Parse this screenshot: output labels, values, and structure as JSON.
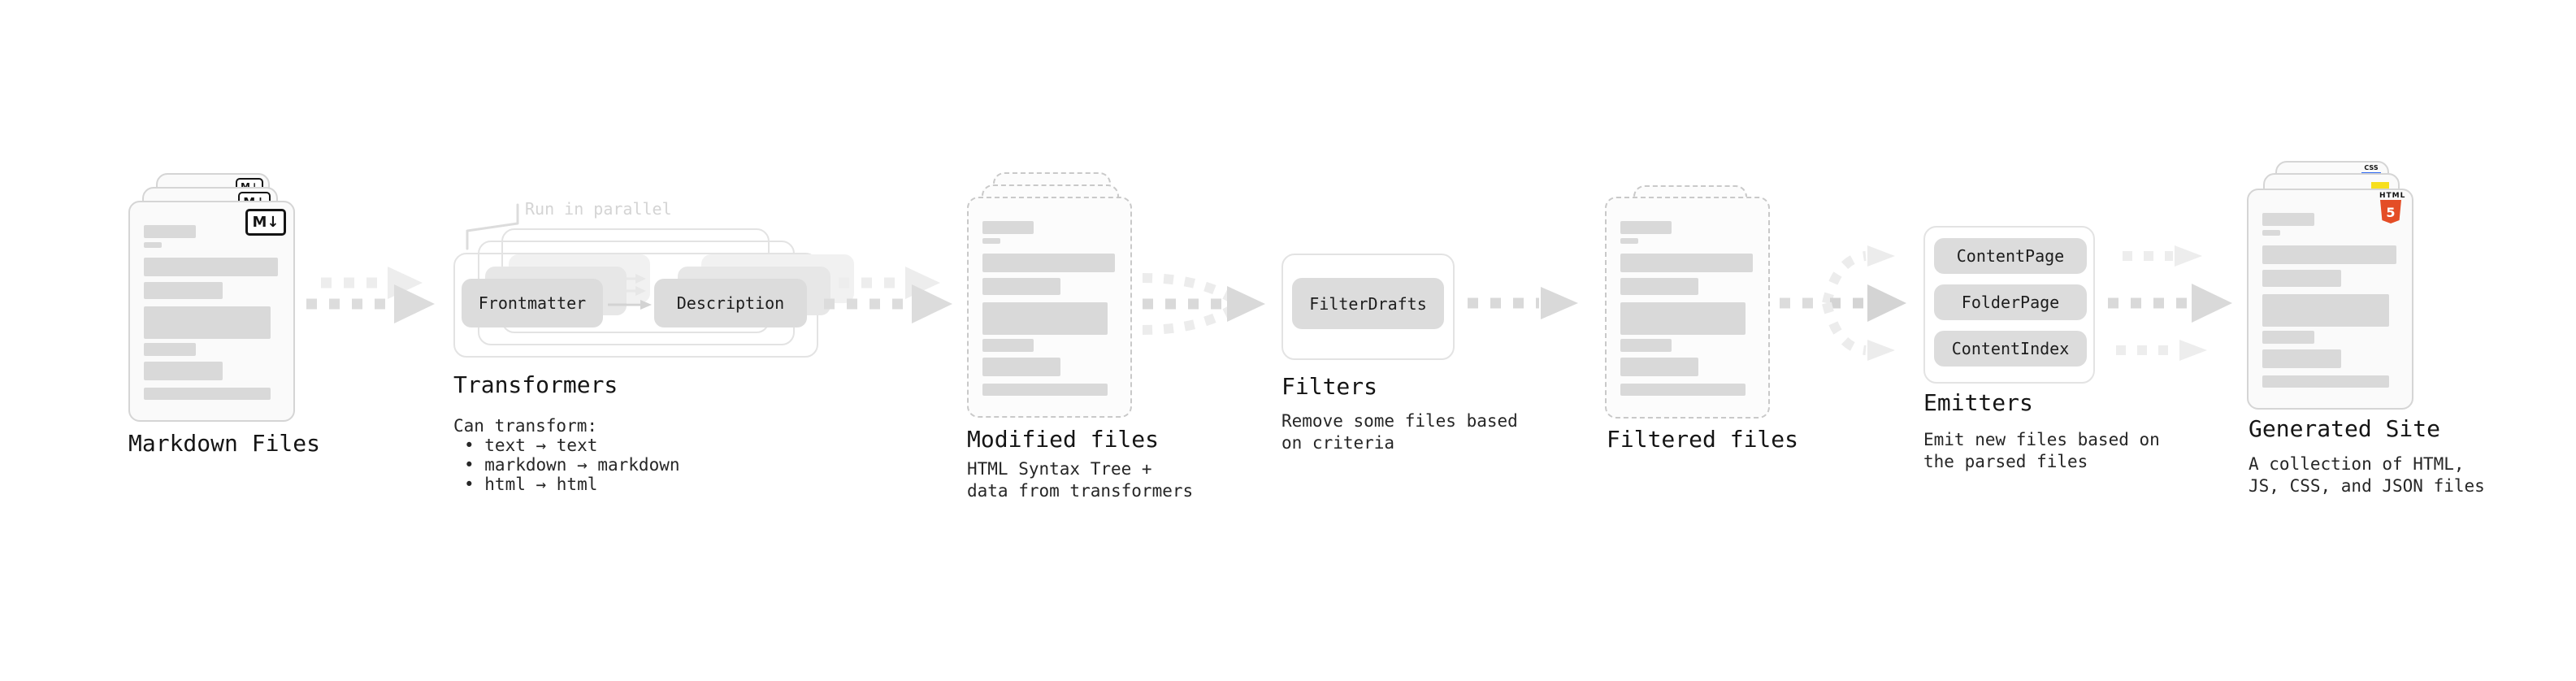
{
  "diagram": {
    "markdown_files": {
      "label": "Markdown Files",
      "badge": "M↓"
    },
    "transformers": {
      "annotation": "Run in parallel",
      "pill_left": "Frontmatter",
      "pill_right": "Description",
      "label": "Transformers",
      "desc_title": "Can transform:",
      "bullets": [
        "• text → text",
        "• markdown → markdown",
        "• html → html"
      ]
    },
    "modified_files": {
      "label": "Modified files",
      "desc": "HTML Syntax Tree +\ndata from transformers"
    },
    "filters": {
      "pill": "FilterDrafts",
      "label": "Filters",
      "desc": "Remove some files based\non criteria"
    },
    "filtered_files": {
      "label": "Filtered files"
    },
    "emitters": {
      "pills": [
        "ContentPage",
        "FolderPage",
        "ContentIndex"
      ],
      "label": "Emitters",
      "desc": "Emit new files based on\nthe parsed files"
    },
    "generated_site": {
      "label": "Generated Site",
      "desc": "A collection of HTML,\nJS, CSS, and JSON files",
      "html_badge_word": "HTML",
      "html5_number": "5",
      "css_badge_word": "CSS"
    },
    "colors": {
      "html5_orange": "#e44d26",
      "js_yellow": "#f7df1e",
      "css_blue": "#2965f1"
    }
  }
}
